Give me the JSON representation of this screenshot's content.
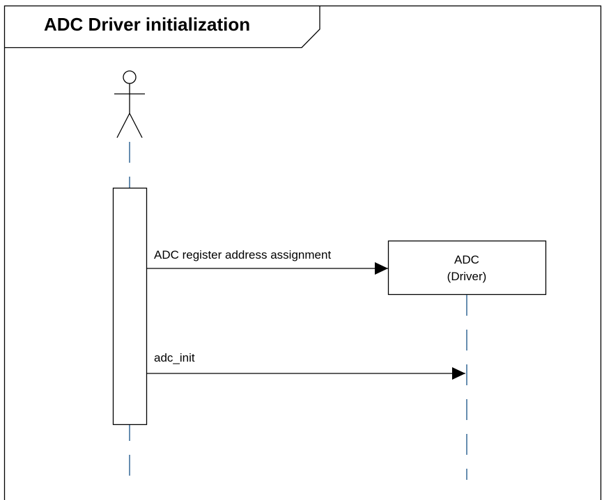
{
  "frame": {
    "title": "ADC Driver initialization"
  },
  "participants": {
    "actor": {
      "icon": "stick-figure-actor-icon"
    },
    "driver": {
      "name_line1": "ADC",
      "name_line2": "(Driver)"
    }
  },
  "messages": [
    {
      "label": "ADC register address assignment",
      "from": "actor",
      "to": "driver-box"
    },
    {
      "label": "adc_init",
      "from": "actor",
      "to": "driver-lifeline"
    }
  ],
  "colors": {
    "line": "#000000",
    "lifeline": "#41719c",
    "background": "#ffffff"
  }
}
